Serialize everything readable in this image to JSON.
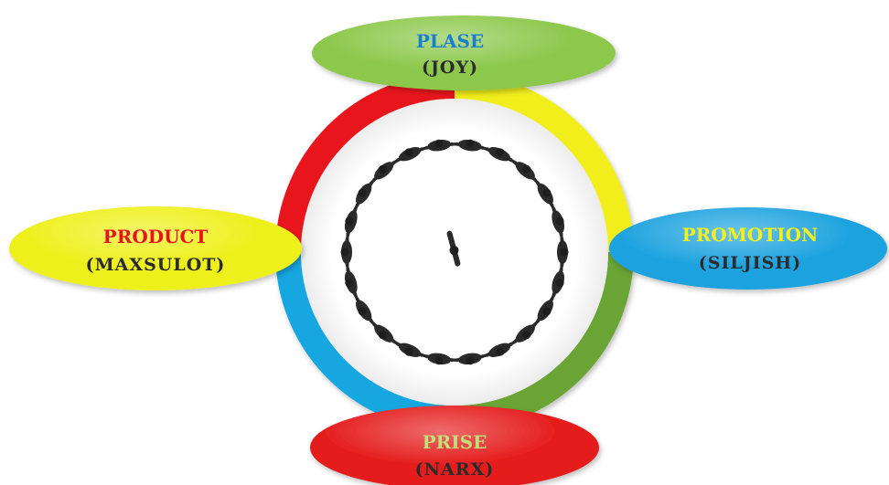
{
  "ring": {
    "colors": [
      "#e8141c",
      "#f1ee1a",
      "#6aa436",
      "#19a6e0"
    ]
  },
  "segments": [
    {
      "id": "top",
      "title": "PLASE",
      "subtitle": "(JOY)",
      "fill": "#8cc84b",
      "title_color": "#1a7fd0"
    },
    {
      "id": "left",
      "title": "PRODUCT",
      "subtitle": "(MAXSULOT)",
      "fill": "#eef01a",
      "title_color": "#e8141c"
    },
    {
      "id": "right",
      "title": "PROMOTION",
      "subtitle": "(SILJISH)",
      "fill": "#1ea3df",
      "title_color": "#f4f11a"
    },
    {
      "id": "bottom",
      "title": "PRISE",
      "subtitle": "(NARX)",
      "fill": "#e51b1b",
      "title_color": "#bfe07a"
    }
  ],
  "center_image": {
    "people_count": 22,
    "center_figure": true
  }
}
